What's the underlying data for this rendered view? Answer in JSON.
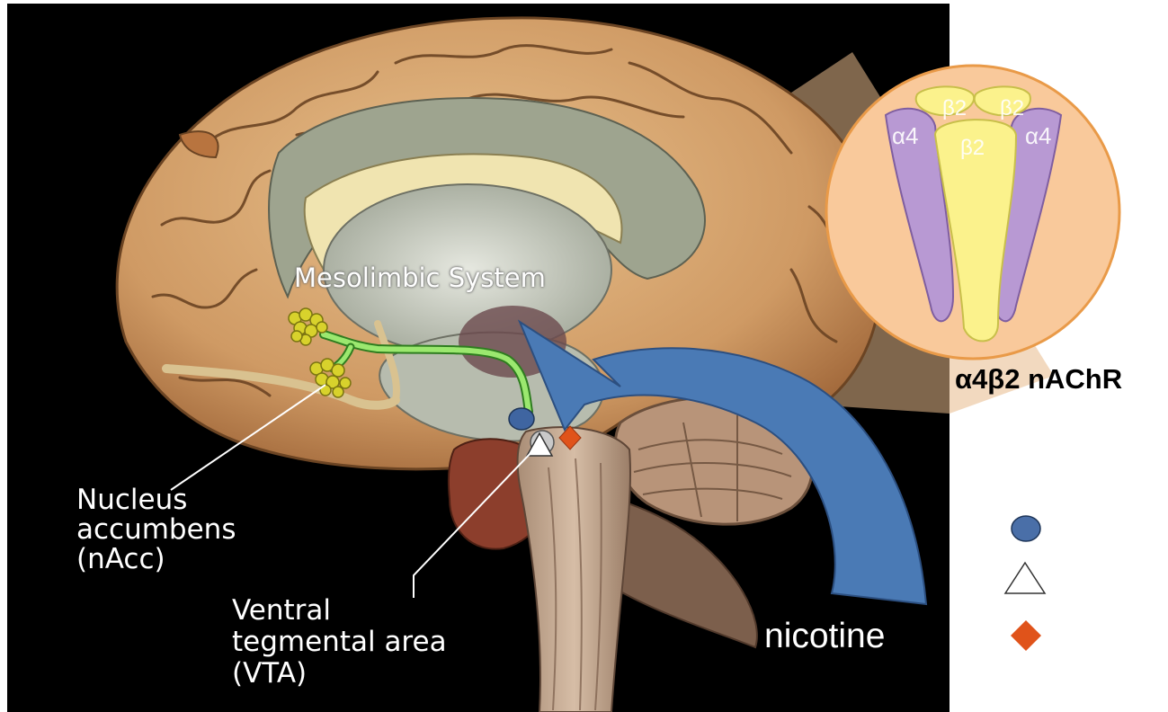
{
  "labels": {
    "nucleus_accumbens_lines": [
      "Nucleus",
      "accumbens",
      "(nAcc)"
    ],
    "vta_lines": [
      "Ventral",
      "tegmental area",
      "(VTA)"
    ],
    "mesolimbic": "Mesolimbic System",
    "nicotine": "nicotine",
    "receptor": "α4β2 nAChR"
  },
  "receptor_subunits": [
    {
      "label": "β2",
      "color": "#fbf28c"
    },
    {
      "label": "β2",
      "color": "#fbf28c"
    },
    {
      "label": "α4",
      "color": "#b899d3"
    },
    {
      "label": "β2",
      "color": "#fbf28c"
    },
    {
      "label": "α4",
      "color": "#b899d3"
    }
  ],
  "legend": [
    {
      "symbol": "circle",
      "color": "#4a6fa8",
      "label": ""
    },
    {
      "symbol": "triangle",
      "color": "#ffffff",
      "label": ""
    },
    {
      "symbol": "diamond",
      "color": "#e0531a",
      "label": ""
    }
  ],
  "colors": {
    "background": "#000000",
    "arrow": "#4a7ab5",
    "pathway": "#8fe06a",
    "zoom_circle": "#f9c99b",
    "nucleus_clusters": "#d8d22c"
  }
}
